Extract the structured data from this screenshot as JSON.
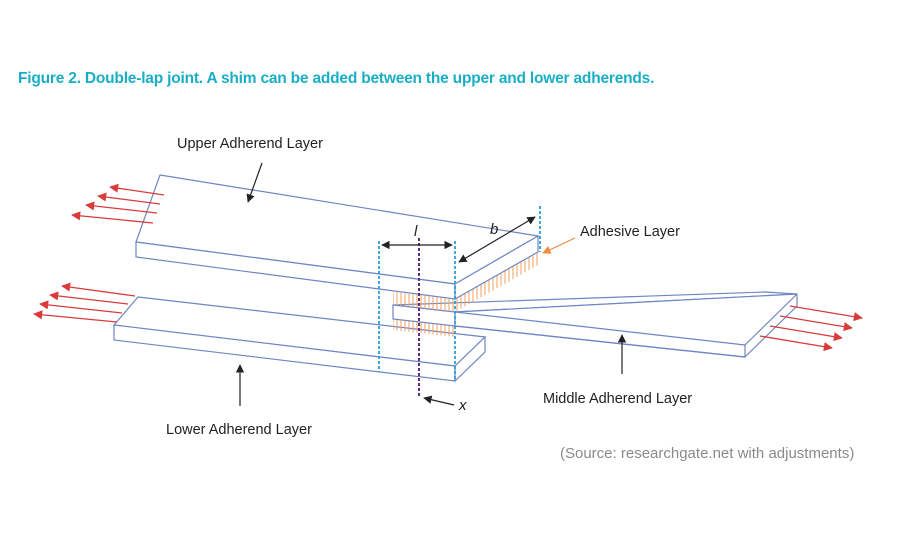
{
  "figure": {
    "caption": "Figure 2. Double-lap joint. A shim can be added between the upper and lower adherends.",
    "source": "(Source: researchgate.net with adjustments)"
  },
  "labels": {
    "upper": "Upper Adherend Layer",
    "adhesive": "Adhesive Layer",
    "middle": "Middle Adherend Layer",
    "lower": "Lower Adherend Layer",
    "dim_l": "l",
    "dim_b": "b",
    "axis_x": "x"
  },
  "colors": {
    "caption": "#1aaec6",
    "source": "#8a8a8a",
    "plate_edge": "#6f86c4",
    "force_arrow": "#d93a3a",
    "adhesive_hatch": "#f0a060",
    "adhesive_pointer": "#f08a40",
    "dim_line": "#2a9fd8",
    "x_axis_line": "#5a2d82",
    "text": "#222222"
  }
}
